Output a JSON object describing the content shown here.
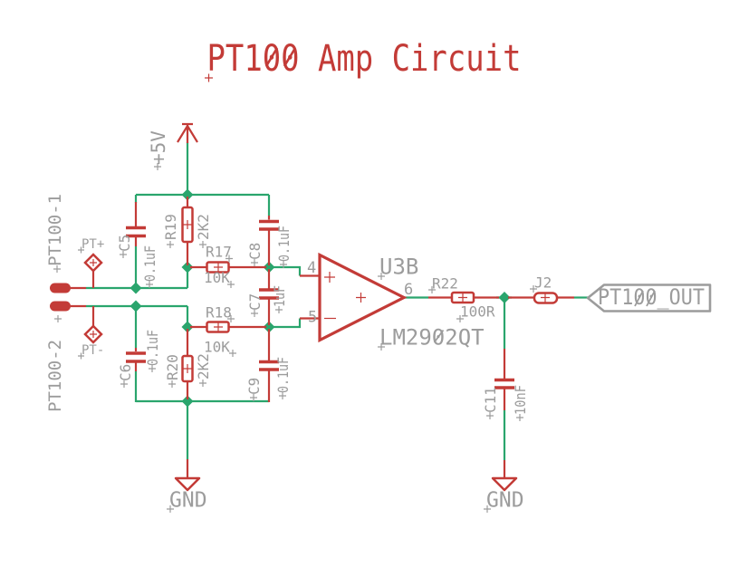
{
  "title": "PT100 Amp Circuit",
  "colors": {
    "wire": "#2aa56d",
    "component": "#c33b37",
    "label": "#9c9c9c"
  },
  "power": {
    "vcc": "+5V",
    "gnd_left": "GND",
    "gnd_right": "GND"
  },
  "connectors": {
    "pt100_1": "PT100-1",
    "pt100_2": "PT100-2",
    "pt_plus": "PT+",
    "pt_minus": "PT-"
  },
  "components": {
    "r17": {
      "name": "R17",
      "value": "10K"
    },
    "r18": {
      "name": "R18",
      "value": "10K"
    },
    "r19": {
      "name": "R19",
      "value": "2K2"
    },
    "r20": {
      "name": "R20",
      "value": "2K2"
    },
    "r22": {
      "name": "R22",
      "value": "100R"
    },
    "c5": {
      "name": "C5",
      "value": "0.1uF"
    },
    "c6": {
      "name": "C6",
      "value": "0.1uF"
    },
    "c7": {
      "name": "C7",
      "value": "1uF"
    },
    "c8": {
      "name": "C8",
      "value": "0.1uF"
    },
    "c9": {
      "name": "C9",
      "value": "0.1uF"
    },
    "c11": {
      "name": "C11",
      "value": "10nF"
    },
    "j2": {
      "name": "J2"
    },
    "opamp": {
      "name": "U3B",
      "value": "LM2902QT",
      "pin_plus": "4",
      "pin_minus": "5",
      "pin_out": "6"
    }
  },
  "net_label": {
    "output": "PT100_OUT"
  }
}
